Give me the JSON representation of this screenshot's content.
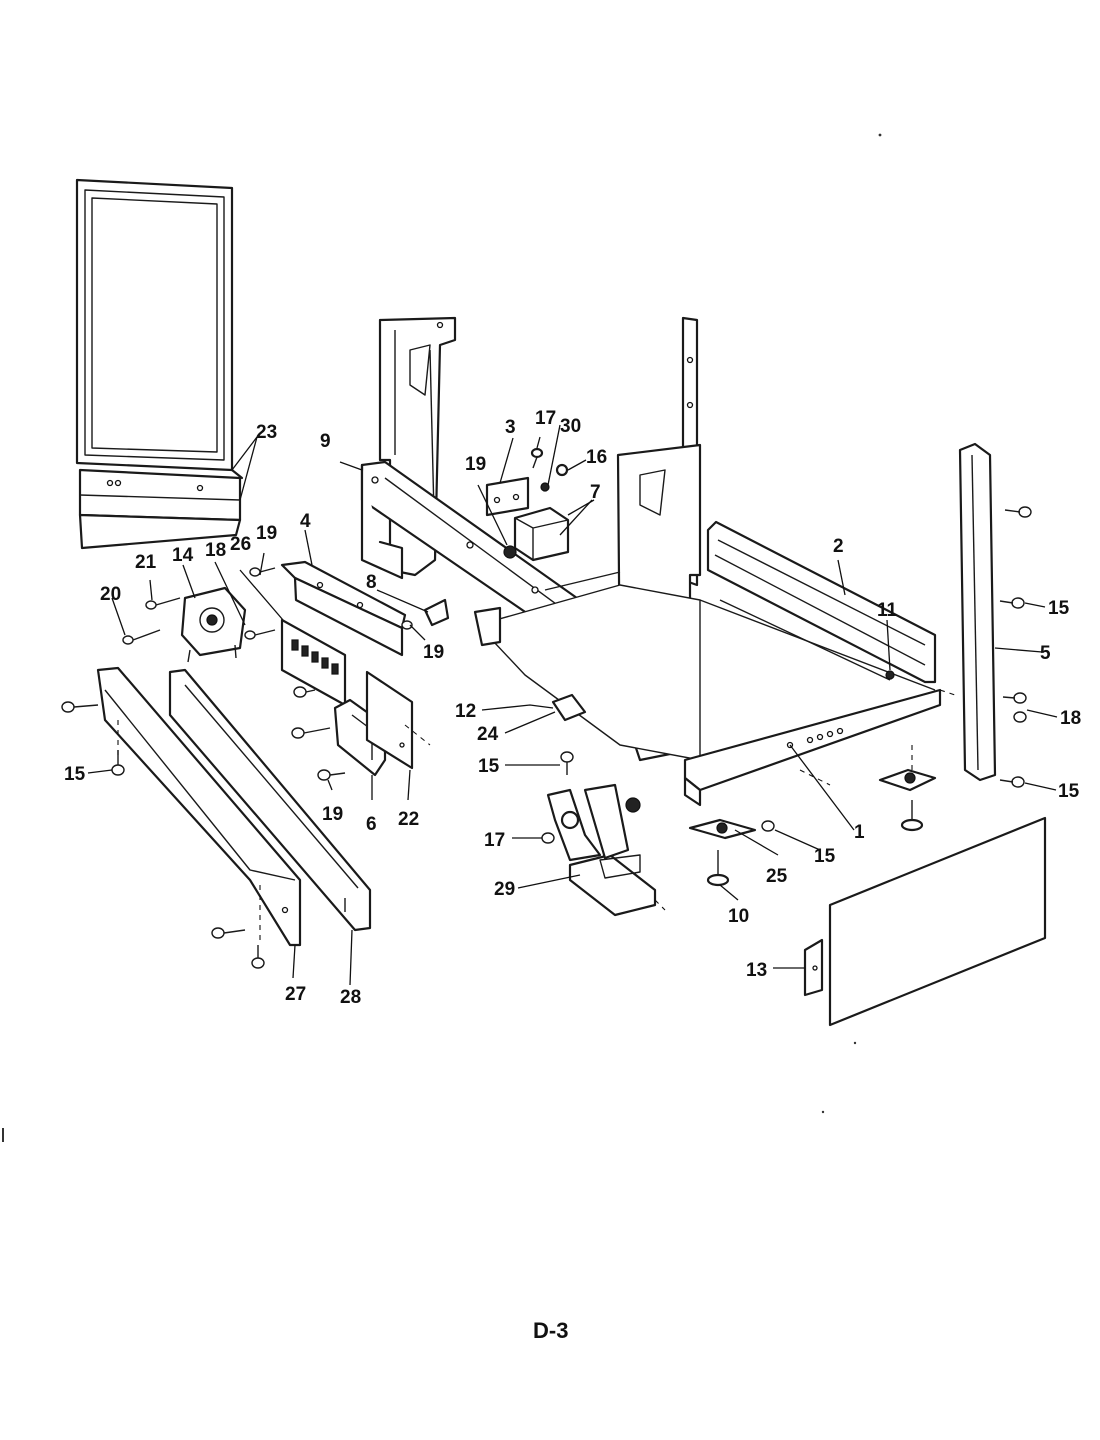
{
  "page_label": "D-3",
  "callouts": [
    {
      "id": "c23",
      "label": "23"
    },
    {
      "id": "c9",
      "label": "9"
    },
    {
      "id": "c19a",
      "label": "19"
    },
    {
      "id": "c3",
      "label": "3"
    },
    {
      "id": "c17a",
      "label": "17"
    },
    {
      "id": "c30",
      "label": "30"
    },
    {
      "id": "c16",
      "label": "16"
    },
    {
      "id": "c7",
      "label": "7"
    },
    {
      "id": "c2",
      "label": "2"
    },
    {
      "id": "c4",
      "label": "4"
    },
    {
      "id": "c26",
      "label": "26"
    },
    {
      "id": "c19b",
      "label": "19"
    },
    {
      "id": "c18a",
      "label": "18"
    },
    {
      "id": "c14",
      "label": "14"
    },
    {
      "id": "c21",
      "label": "21"
    },
    {
      "id": "c20",
      "label": "20"
    },
    {
      "id": "c8",
      "label": "8"
    },
    {
      "id": "c19c",
      "label": "19"
    },
    {
      "id": "c11",
      "label": "11"
    },
    {
      "id": "c15a",
      "label": "15"
    },
    {
      "id": "c5",
      "label": "5"
    },
    {
      "id": "c18b",
      "label": "18"
    },
    {
      "id": "c15b",
      "label": "15"
    },
    {
      "id": "c12",
      "label": "12"
    },
    {
      "id": "c24",
      "label": "24"
    },
    {
      "id": "c15c",
      "label": "15"
    },
    {
      "id": "c15d",
      "label": "15"
    },
    {
      "id": "c1",
      "label": "1"
    },
    {
      "id": "c19d",
      "label": "19"
    },
    {
      "id": "c6",
      "label": "6"
    },
    {
      "id": "c22",
      "label": "22"
    },
    {
      "id": "c17b",
      "label": "17"
    },
    {
      "id": "c15e",
      "label": "15"
    },
    {
      "id": "c25",
      "label": "25"
    },
    {
      "id": "c29",
      "label": "29"
    },
    {
      "id": "c10",
      "label": "10"
    },
    {
      "id": "c13",
      "label": "13"
    },
    {
      "id": "c27",
      "label": "27"
    },
    {
      "id": "c28",
      "label": "28"
    }
  ]
}
